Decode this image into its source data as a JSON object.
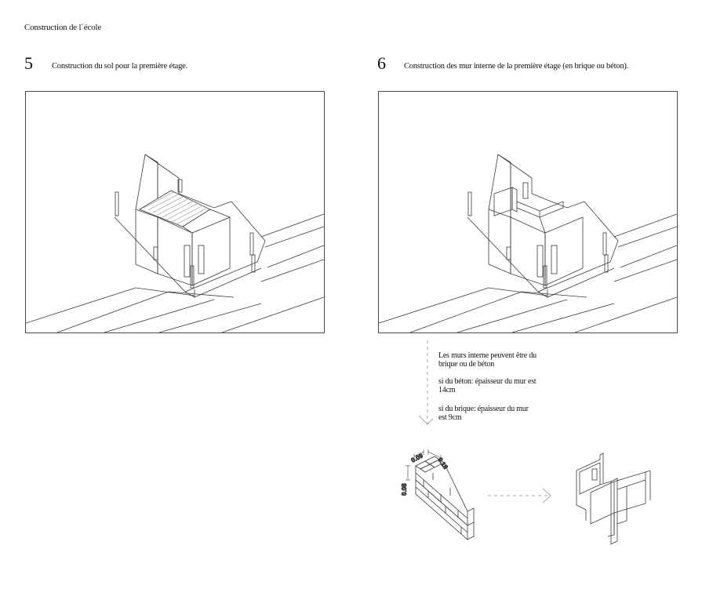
{
  "document": {
    "title": "Construction de l´école"
  },
  "steps": [
    {
      "number": "5",
      "caption": "Construction du sol pour la première étage."
    },
    {
      "number": "6",
      "caption": "Construction des mur interne de la première étage (en brique ou béton)."
    }
  ],
  "notes": {
    "intro": "Les murs interne peuvent être du brique ou de béton",
    "concrete": "si du béton: épaisseur du mur est 14cm",
    "brick": "si du brique: épaisseur du mur est 9cm"
  },
  "brick_dimensions": {
    "width": "0.09",
    "length": "0.18",
    "height": "0.08"
  },
  "colors": {
    "line": "#3a3a3a",
    "hatch": "#8a8a8a",
    "arrow": "#aaaaaa"
  }
}
